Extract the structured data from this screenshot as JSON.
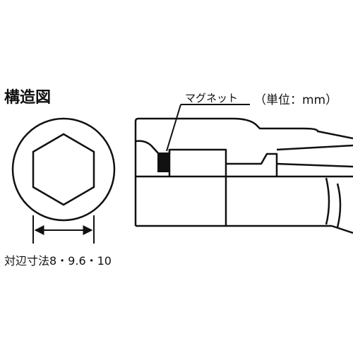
{
  "title": "構造図",
  "magnet_label": "マグネット",
  "unit_label": "（単位：mm）",
  "dimension_label": "対辺寸法8・9.6・10",
  "icons": {
    "end_view": "hex-socket-end-view",
    "side_view": "socket-side-view",
    "magnet": "magnet-insert",
    "dimension": "double-arrow-dimension"
  }
}
